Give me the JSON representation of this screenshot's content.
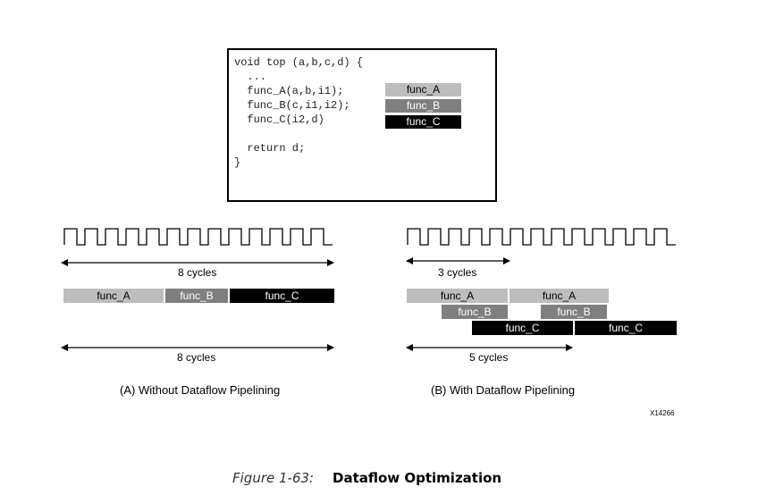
{
  "code": {
    "lines": [
      "void top (a,b,c,d) {",
      "  ...",
      "  func_A(a,b,i1);",
      "  func_B(c,i1,i2);",
      "  func_C(i2,d)",
      "",
      "  return d;",
      "}"
    ],
    "legend": [
      "func_A",
      "func_B",
      "func_C"
    ]
  },
  "colors": {
    "func_A": "#bdbdbd",
    "func_B": "#7f7f7f",
    "func_C": "#000000"
  },
  "left": {
    "top_span": "8 cycles",
    "bottom_span": "8 cycles",
    "bars": [
      "func_A",
      "func_B",
      "func_C"
    ],
    "caption": "(A) Without Dataflow Pipelining"
  },
  "right": {
    "top_span": "3 cycles",
    "bottom_span": "5 cycles",
    "row1": [
      "func_A",
      "func_A"
    ],
    "row2": [
      "func_B",
      "func_B"
    ],
    "row3": [
      "func_C",
      "func_C"
    ],
    "caption": "(B) With Dataflow Pipelining"
  },
  "tag": "X14266",
  "figure": {
    "number": "Figure 1-63:",
    "title": "Dataflow Optimization"
  }
}
